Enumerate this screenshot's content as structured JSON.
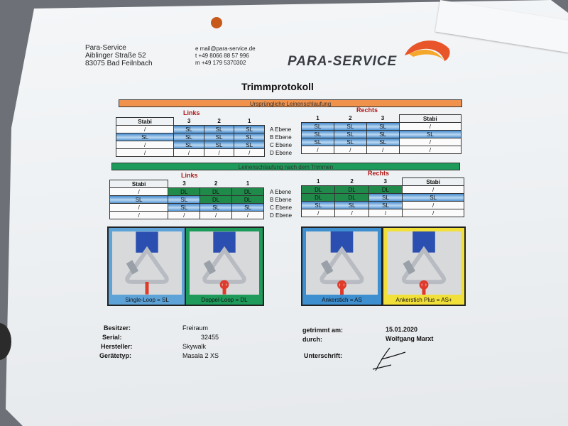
{
  "address": {
    "company": "Para-Service",
    "street": "Aiblinger Straße 52",
    "city": "83075 Bad Feilnbach"
  },
  "contact": {
    "email": "e mail@para-service.de",
    "phone": "t +49 8066 88 57 996",
    "mobile": "m +49 179 5370302"
  },
  "logo": {
    "text": "PARA-SERVICE"
  },
  "title": "Trimmprotokoll",
  "section1": {
    "header": "Ursprüngliche Leinenschlaufung",
    "header_color": "#f0924c",
    "left_label": "Links",
    "right_label": "Rechts",
    "left_columns": [
      "Stabi",
      "3",
      "2",
      "1"
    ],
    "right_columns": [
      "1",
      "2",
      "3",
      "Stabi"
    ],
    "levels": [
      "A Ebene",
      "B Ebene",
      "C Ebene",
      "D Ebene"
    ],
    "left_rows": [
      [
        "/",
        "SL",
        "SL",
        "SL"
      ],
      [
        "SL",
        "SL",
        "SL",
        "SL"
      ],
      [
        "/",
        "SL",
        "SL",
        "SL"
      ],
      [
        "/",
        "/",
        "/",
        "/"
      ]
    ],
    "right_rows": [
      [
        "SL",
        "SL",
        "SL",
        "/"
      ],
      [
        "SL",
        "SL",
        "SL",
        "SL"
      ],
      [
        "SL",
        "SL",
        "SL",
        "/"
      ],
      [
        "/",
        "/",
        "/",
        "/"
      ]
    ]
  },
  "section2": {
    "header": "Leinenschlaufung nach dem Trimmen",
    "header_color": "#1e9a5a",
    "left_label": "Links",
    "right_label": "Rechts",
    "left_columns": [
      "Stabi",
      "3",
      "2",
      "1"
    ],
    "right_columns": [
      "1",
      "2",
      "3",
      "Stabi"
    ],
    "levels": [
      "A Ebene",
      "B Ebene",
      "C Ebene",
      "D Ebene"
    ],
    "left_rows": [
      [
        "/",
        "DL",
        "DL",
        "DL"
      ],
      [
        "SL",
        "SL",
        "DL",
        "DL"
      ],
      [
        "/",
        "SL",
        "SL",
        "SL"
      ],
      [
        "/",
        "/",
        "/",
        "/"
      ]
    ],
    "right_rows": [
      [
        "DL",
        "DL",
        "DL",
        "/"
      ],
      [
        "DL",
        "DL",
        "SL",
        "SL"
      ],
      [
        "SL",
        "SL",
        "SL",
        "/"
      ],
      [
        "/",
        "/",
        "/",
        "/"
      ]
    ]
  },
  "photos": [
    {
      "caption": "Single-Loop = SL",
      "frame_color": "#5da3d8",
      "rope_color": "#e03a2a"
    },
    {
      "caption": "Doppel-Loop = DL",
      "frame_color": "#1e9a5a",
      "rope_color": "#e03a2a"
    },
    {
      "caption": "Ankerstich = AS",
      "frame_color": "#3d8fd0",
      "rope_color": "#e03a2a"
    },
    {
      "caption": "Ankerstich Plus = AS+",
      "frame_color": "#f2e03a",
      "rope_color": "#e03a2a"
    }
  ],
  "details": {
    "owner_label": "Besitzer:",
    "owner_value": "Freiraum",
    "serial_label": "Serial:",
    "serial_value": "32455",
    "maker_label": "Hersteller:",
    "maker_value": "Skywalk",
    "type_label": "Gerätetyp:",
    "type_value": "Masala 2 XS",
    "trimmed_label": "getrimmt am:",
    "trimmed_value": "15.01.2020",
    "by_label": "durch:",
    "by_value": "Wolfgang Marxt",
    "sign_label": "Unterschrift:"
  },
  "colors": {
    "sl_blue": "#4a8fd1",
    "dl_green": "#1f8a4a",
    "side_label_red": "#b01818",
    "logo_orange": "#e8552a"
  }
}
